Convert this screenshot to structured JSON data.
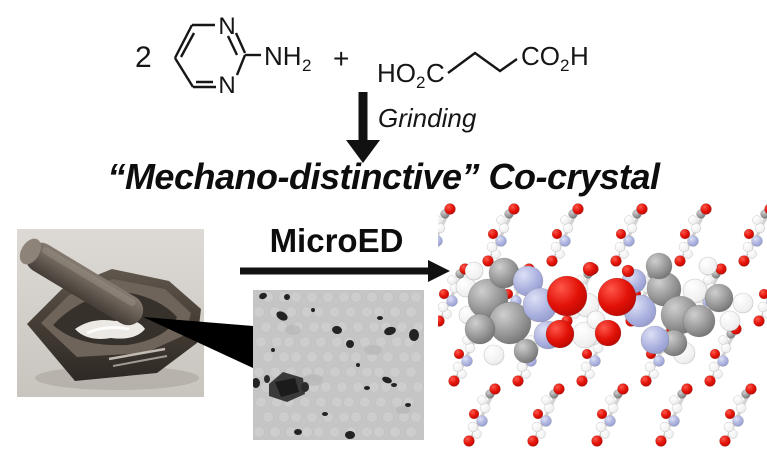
{
  "figure": {
    "title": "“Mechano-distinctive” Co-crystal",
    "scheme": {
      "coefficient": "2",
      "ring_nitrogen_top": "N",
      "ring_nitrogen_bottom": "N",
      "amine": {
        "main": "NH",
        "sub": "2"
      },
      "plus": "+",
      "acid_left": {
        "pre": "HO",
        "sub": "2",
        "post": "C"
      },
      "acid_right": {
        "pre": "CO",
        "sub": "2",
        "post": "H"
      },
      "grinding_label": "Grinding"
    },
    "method_label": "MicroED",
    "colors": {
      "ink": "#161616",
      "oxygen_red": "#df1208",
      "nitrogen_blue": "#a9aedd",
      "carbon_gray": "#8f8f8f",
      "hydrogen_white": "#f5f5f5",
      "tem_gray": "#c5c5c5",
      "photo_background": "#d9d6d1"
    }
  }
}
